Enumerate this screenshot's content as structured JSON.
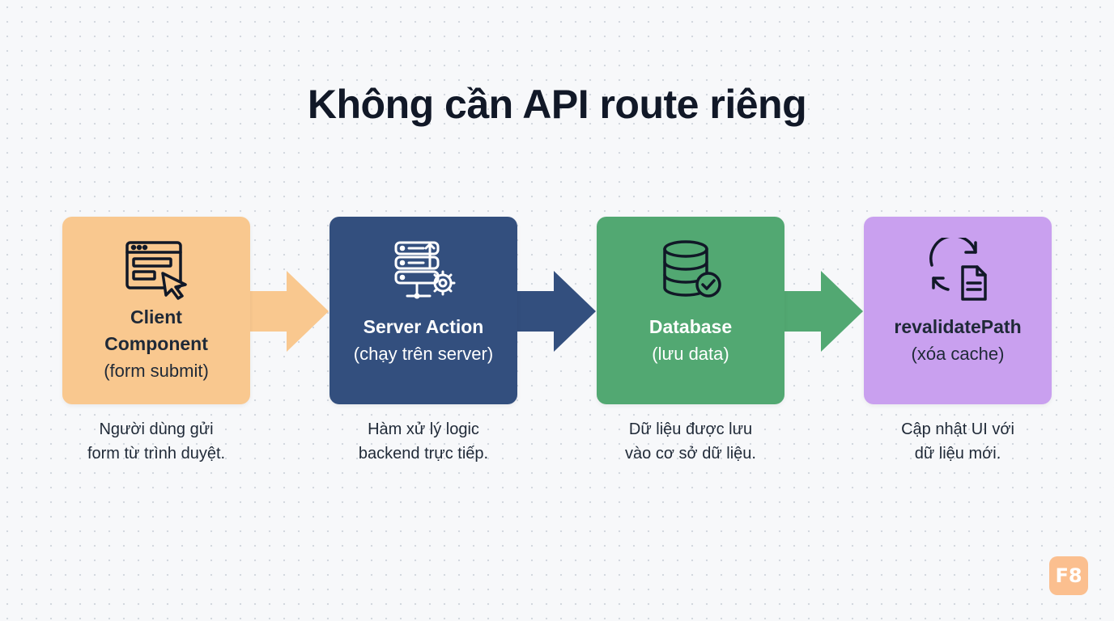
{
  "title": "Không cần API route riêng",
  "steps": [
    {
      "label_lines": [
        "Client",
        "Component"
      ],
      "sub": "(form submit)",
      "desc_lines": [
        "Người dùng gửi",
        "form từ trình duyệt."
      ],
      "icon": "browser-window-cursor-icon",
      "color": "#f9c88f",
      "text_color": "#1f2937"
    },
    {
      "label_lines": [
        "Server Action"
      ],
      "sub": "(chạy trên server)",
      "desc_lines": [
        "Hàm xử lý logic",
        "backend trực tiếp."
      ],
      "icon": "server-gear-icon",
      "color": "#334f7e",
      "text_color": "#ffffff"
    },
    {
      "label_lines": [
        "Database"
      ],
      "sub": "(lưu data)",
      "desc_lines": [
        "Dữ liệu được lưu",
        "vào cơ sở dữ liệu."
      ],
      "icon": "database-check-icon",
      "color": "#52a872",
      "text_color": "#ffffff"
    },
    {
      "label_lines": [
        "revalidatePath"
      ],
      "sub": "(xóa cache)",
      "desc_lines": [
        "Cập nhật UI với",
        "dữ liệu mới."
      ],
      "icon": "refresh-document-icon",
      "color": "#c9a0ef",
      "text_color": "#1f2937"
    }
  ],
  "arrows": [
    {
      "color": "#f9c88f"
    },
    {
      "color": "#334f7e"
    },
    {
      "color": "#52a872"
    }
  ],
  "logo": {
    "text": "F8",
    "color": "#fbbf8f"
  }
}
